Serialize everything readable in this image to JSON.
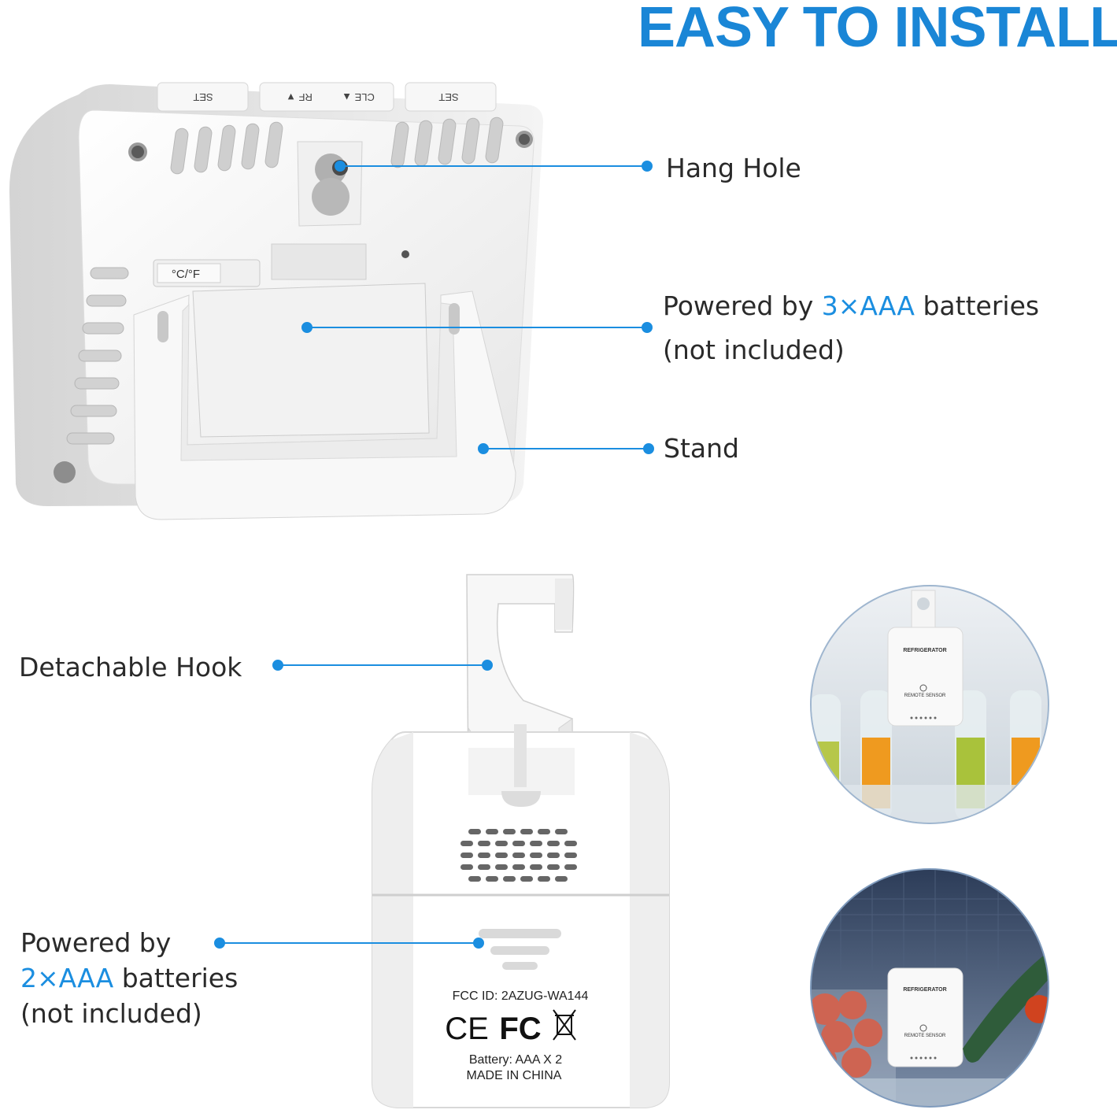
{
  "title": "EASY TO INSTALL",
  "colors": {
    "accent": "#1a86d6",
    "leader_line": "#1b8ee0",
    "text": "#2a2a2a"
  },
  "display_unit": {
    "buttons": [
      "SET",
      "RF ▼",
      "CLE ▲",
      "SET"
    ],
    "unit_switch": "°C/°F",
    "callouts": {
      "hang_hole": "Hang Hole",
      "battery_prefix": "Powered by",
      "battery_qty": "3×AAA",
      "battery_suffix": "batteries",
      "battery_note": "(not included)",
      "stand": "Stand"
    }
  },
  "sensor": {
    "callouts": {
      "hook": "Detachable Hook",
      "battery_prefix": "Powered by",
      "battery_qty": "2×AAA",
      "battery_suffix": "batteries",
      "battery_note": "(not included)"
    },
    "label": {
      "fcc": "FCC ID:  2AZUG-WA144",
      "ce": "CE",
      "fc": "FC",
      "battery": "Battery:  AAA X 2",
      "made_in": "MADE IN CHINA"
    }
  },
  "photos": {
    "fridge_door": {
      "line1": "REFRIGERATOR",
      "line2": "REMOTE SENSOR"
    },
    "fridge_shelf": {
      "line1": "REFRIGERATOR",
      "line2": "REMOTE SENSOR"
    }
  }
}
